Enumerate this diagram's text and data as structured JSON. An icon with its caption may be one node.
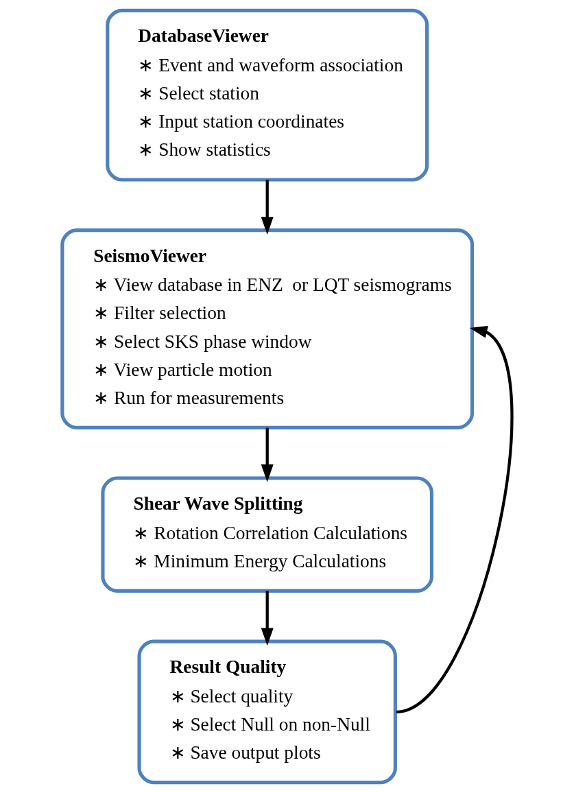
{
  "diagram": {
    "nodes": [
      {
        "text": [
          "DatabaseViewer",
          "∗ Event and waveform association",
          "∗ Select station",
          "∗ Input station coordinates",
          "∗ Show statistics"
        ]
      },
      {
        "text": [
          "SeismoViewer",
          "∗ View database in ENZ  or LQT seismograms",
          "∗ Filter selection",
          "∗ Select SKS phase window",
          "∗ View particle motion",
          "∗ Run for measurements"
        ]
      },
      {
        "text": [
          "Shear Wave Splitting",
          "∗ Rotation Correlation Calculations",
          "∗ Minimum Energy Calculations"
        ]
      },
      {
        "text": [
          "Result Quality",
          "∗ Select quality",
          "∗ Select Null on non-Null",
          "∗ Save output plots"
        ]
      }
    ],
    "edges": [
      {
        "from": 0,
        "to": 1,
        "arrow": "to"
      },
      {
        "from": 1,
        "to": 2,
        "arrow": "to"
      },
      {
        "from": 2,
        "to": 3,
        "arrow": "to"
      },
      {
        "from": 3,
        "to": 1,
        "arrow": "to"
      }
    ]
  }
}
